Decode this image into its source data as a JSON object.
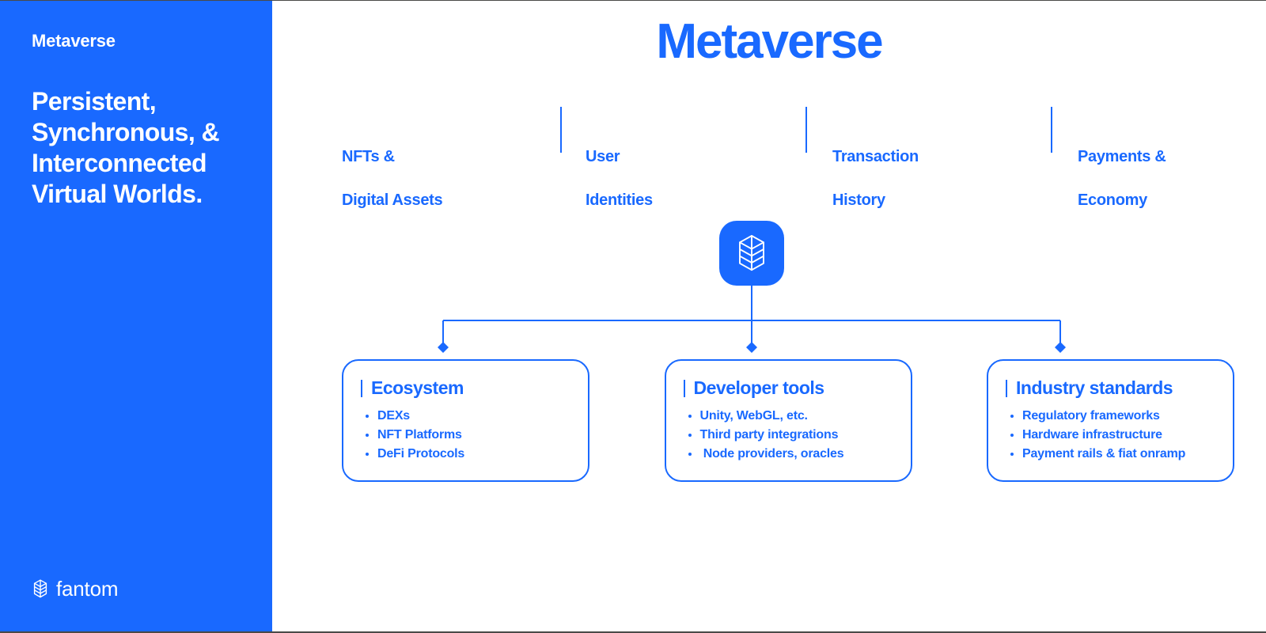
{
  "theme": {
    "brand_blue": "#1969ff",
    "white": "#ffffff",
    "frame_border": "#4a4a48"
  },
  "sidebar": {
    "kicker": "Metaverse",
    "headline": "Persistent, Synchronous, & Interconnected Virtual Worlds.",
    "brand_name": "fantom",
    "brand_mark_icon": "fantom-logo-icon"
  },
  "stage": {
    "title": "Metaverse",
    "hub_icon": "fantom-logo-icon"
  },
  "pillars": [
    {
      "line1": "NFTs &",
      "line2": "Digital Assets"
    },
    {
      "line1": "User",
      "line2": "Identities"
    },
    {
      "line1": "Transaction",
      "line2": "History"
    },
    {
      "line1": "Payments &",
      "line2": "Economy"
    }
  ],
  "cards": [
    {
      "title": "Ecosystem",
      "items": [
        "DEXs",
        "NFT Platforms",
        "DeFi Protocols"
      ]
    },
    {
      "title": "Developer tools",
      "items": [
        "Unity, WebGL, etc.",
        "Third party integrations",
        " Node providers, oracles"
      ]
    },
    {
      "title": "Industry standards",
      "items": [
        "Regulatory frameworks",
        "Hardware infrastructure",
        "Payment rails & fiat onramp"
      ]
    }
  ]
}
